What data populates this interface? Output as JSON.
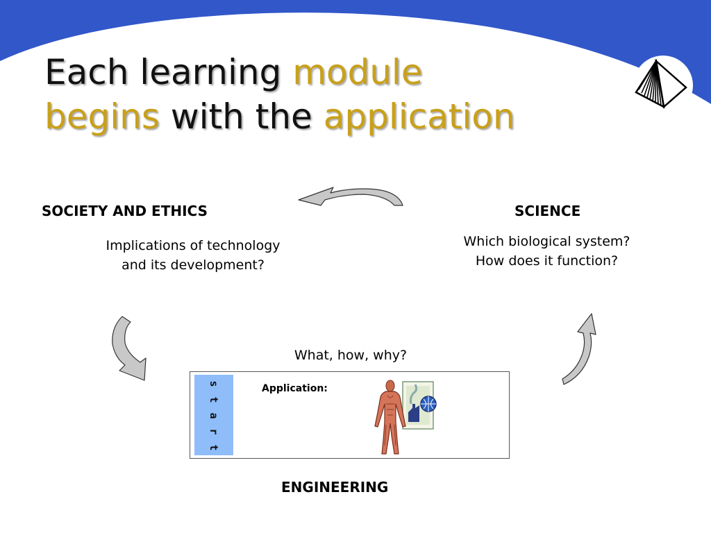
{
  "slide": {
    "title": {
      "part1": "Each learning ",
      "part2": "module",
      "part3": "begins",
      "part4": " with the ",
      "part5": "application"
    },
    "colors": {
      "background_arc": "#3157c9",
      "title_text": "#111111",
      "title_highlight": "#c9a019",
      "start_strip": "#8fbdfa",
      "arrow_fill": "#c8c8c8"
    },
    "society": {
      "heading": "SOCIETY AND ETHICS",
      "line1": "Implications of technology",
      "line2": "and its development?"
    },
    "science": {
      "heading": "SCIENCE",
      "line1": "Which biological system?",
      "line2": "How does it function?"
    },
    "engineering": {
      "question": "What, how, why?",
      "heading": "ENGINEERING"
    },
    "application_box": {
      "start_letters": [
        "s",
        "t",
        "a",
        "r",
        "t"
      ],
      "label": "Application:"
    },
    "icons": [
      "pyramid-logo-icon",
      "curved-arrow-icon",
      "human-anatomy-icon",
      "factory-globe-icon"
    ]
  }
}
